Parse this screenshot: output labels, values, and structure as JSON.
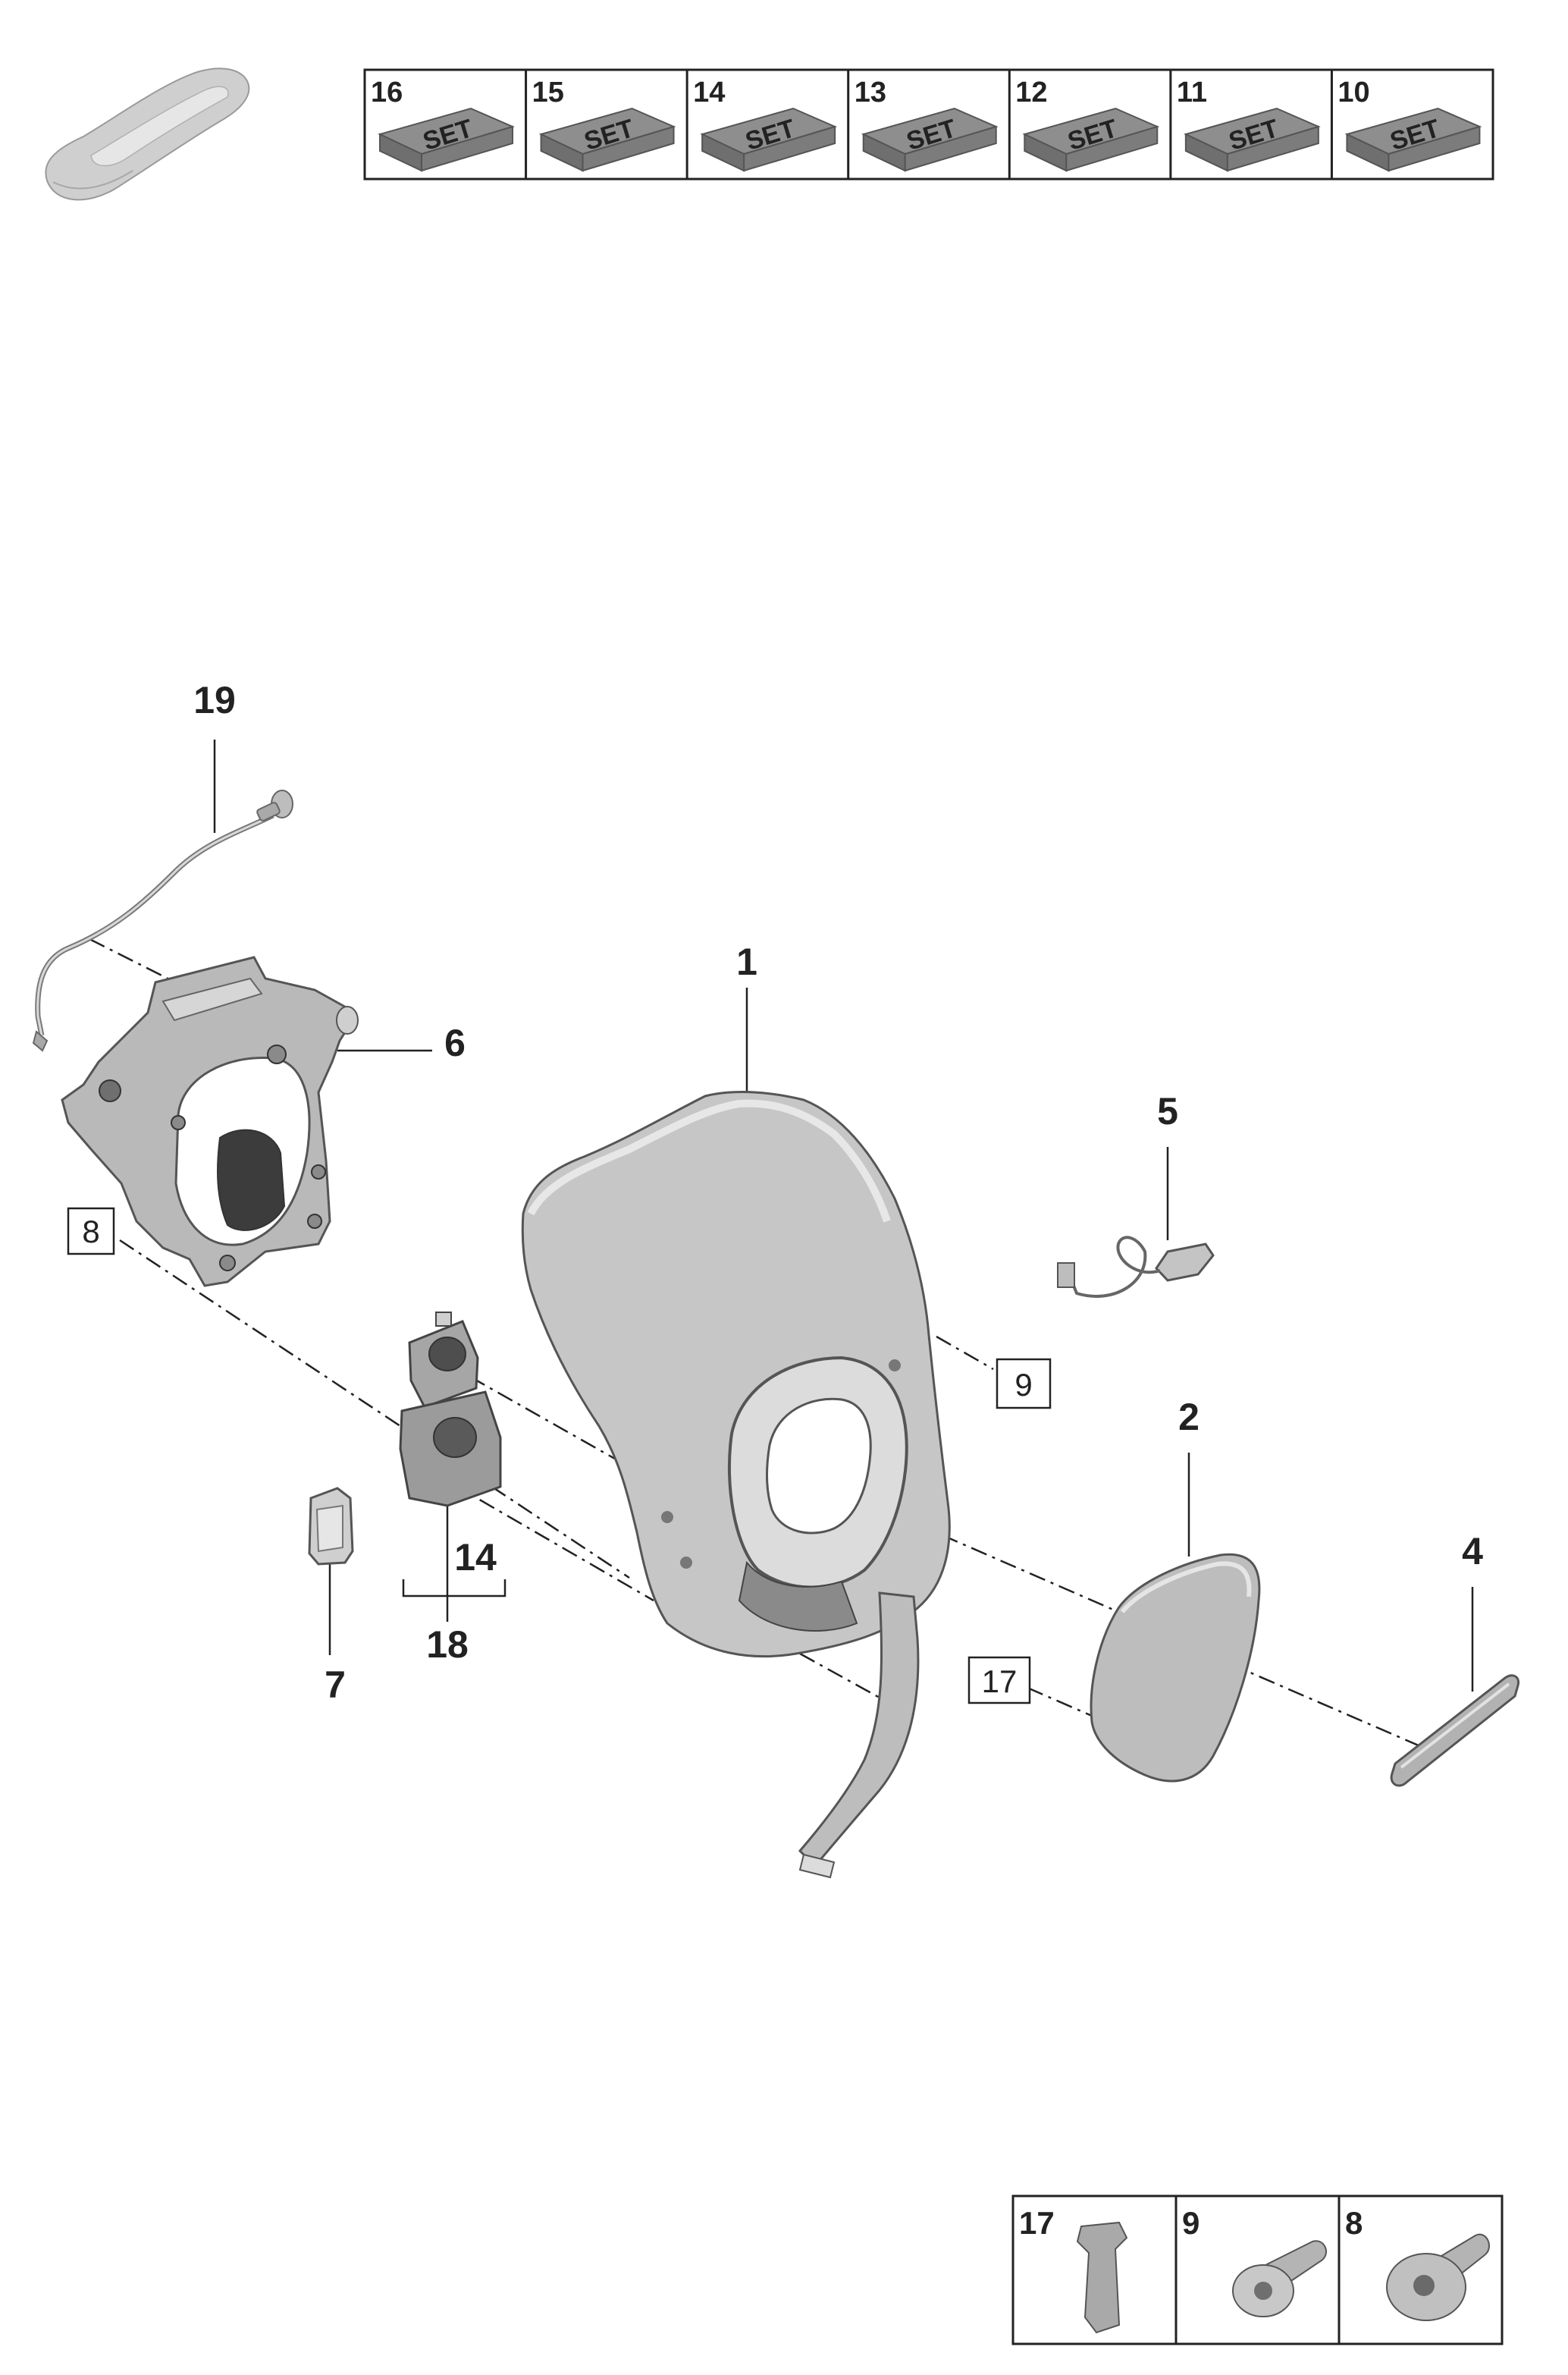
{
  "set_strip": {
    "set_word": "SET",
    "items": [
      "16",
      "15",
      "14",
      "13",
      "12",
      "11",
      "10"
    ]
  },
  "part_labels": {
    "p1": "1",
    "p2": "2",
    "p4": "4",
    "p5": "5",
    "p6": "6",
    "p7": "7",
    "p8": "8",
    "p9": "9",
    "p14": "14",
    "p17": "17",
    "p18": "18",
    "p19": "19"
  },
  "fastener_box": {
    "items": [
      "17",
      "9",
      "8"
    ]
  },
  "colors": {
    "line": "#222222",
    "part_fill": "#c9c9c9",
    "part_dark": "#8f8f8f",
    "part_light": "#e4e4e4"
  }
}
